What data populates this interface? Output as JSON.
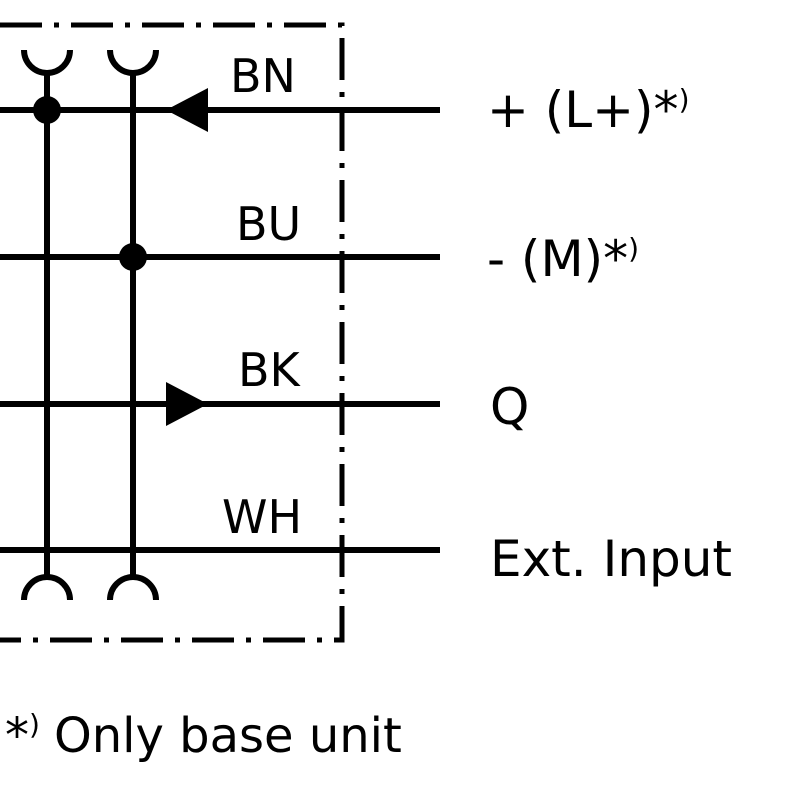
{
  "wires": [
    {
      "code": "BN",
      "terminal": "+ (L+)*",
      "terminal_sup": ")"
    },
    {
      "code": "BU",
      "terminal": "- (M)*",
      "terminal_sup": ")"
    },
    {
      "code": "BK",
      "terminal": "Q",
      "terminal_sup": ""
    },
    {
      "code": "WH",
      "terminal": "Ext. Input",
      "terminal_sup": ""
    }
  ],
  "footnote": {
    "marker": "*",
    "marker_sup": ")",
    "text": "Only base unit"
  },
  "colors": {
    "line": "#000000",
    "background": "#ffffff"
  }
}
